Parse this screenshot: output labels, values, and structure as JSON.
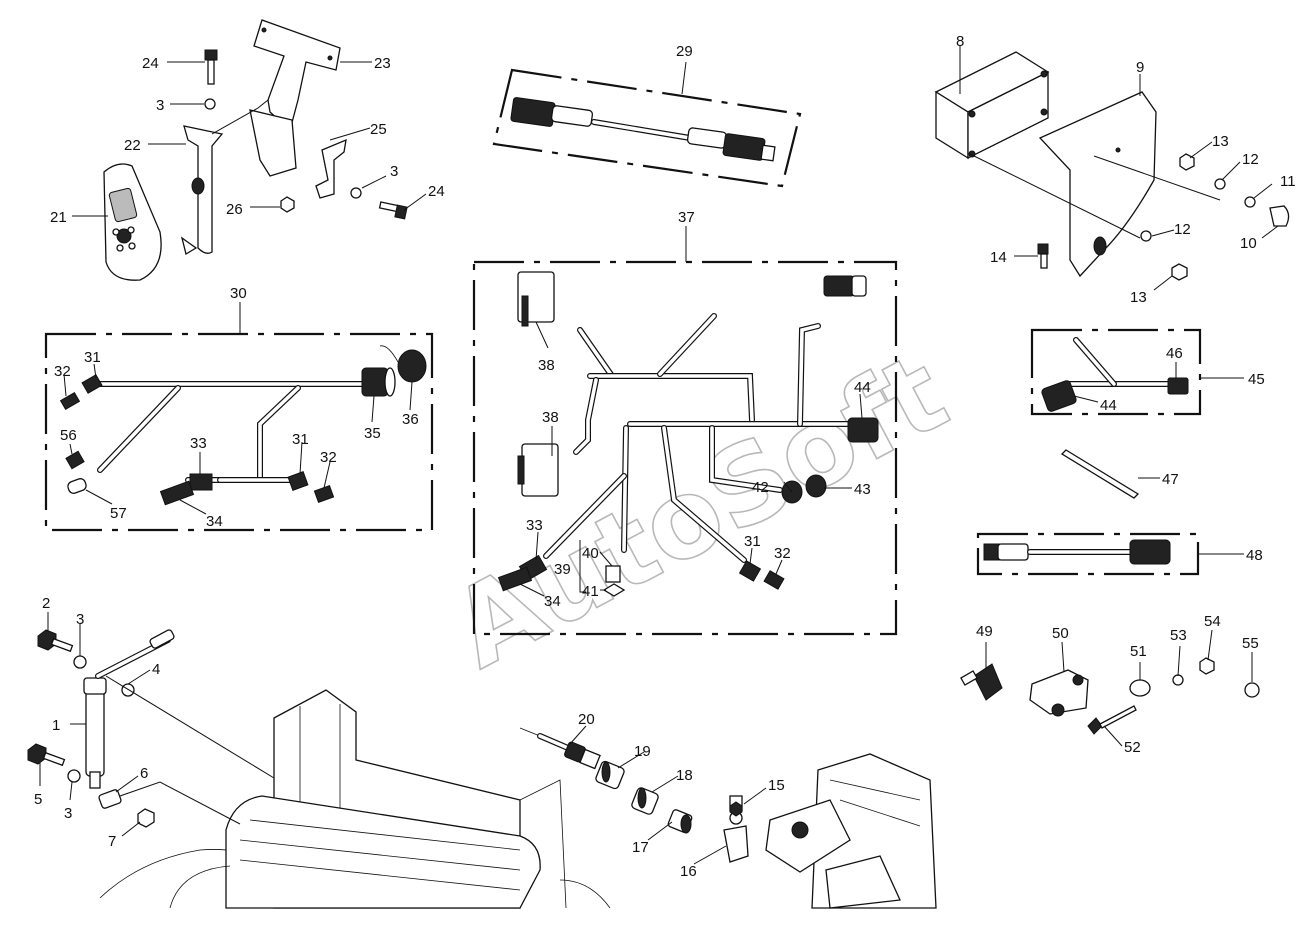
{
  "watermark": "AutoSoft",
  "callouts": {
    "c1": "1",
    "c2": "2",
    "c3a": "3",
    "c3b": "3",
    "c3c": "3",
    "c3d": "3",
    "c4": "4",
    "c5": "5",
    "c6": "6",
    "c7": "7",
    "c8": "8",
    "c9": "9",
    "c10": "10",
    "c11": "11",
    "c12a": "12",
    "c12b": "12",
    "c13a": "13",
    "c13b": "13",
    "c14": "14",
    "c15": "15",
    "c16": "16",
    "c17": "17",
    "c18": "18",
    "c19": "19",
    "c20": "20",
    "c21": "21",
    "c22": "22",
    "c23": "23",
    "c24a": "24",
    "c24b": "24",
    "c25": "25",
    "c26": "26",
    "c29": "29",
    "c30": "30",
    "c31a": "31",
    "c31b": "31",
    "c31c": "31",
    "c32a": "32",
    "c32b": "32",
    "c32c": "32",
    "c33a": "33",
    "c33b": "33",
    "c34a": "34",
    "c34b": "34",
    "c35": "35",
    "c36": "36",
    "c37": "37",
    "c38a": "38",
    "c38b": "38",
    "c39": "39",
    "c40": "40",
    "c41": "41",
    "c42": "42",
    "c43": "43",
    "c44a": "44",
    "c44b": "44",
    "c45": "45",
    "c46": "46",
    "c47": "47",
    "c48": "48",
    "c49": "49",
    "c50": "50",
    "c51": "51",
    "c52": "52",
    "c53": "53",
    "c54": "54",
    "c55": "55",
    "c56": "56",
    "c57": "57"
  }
}
